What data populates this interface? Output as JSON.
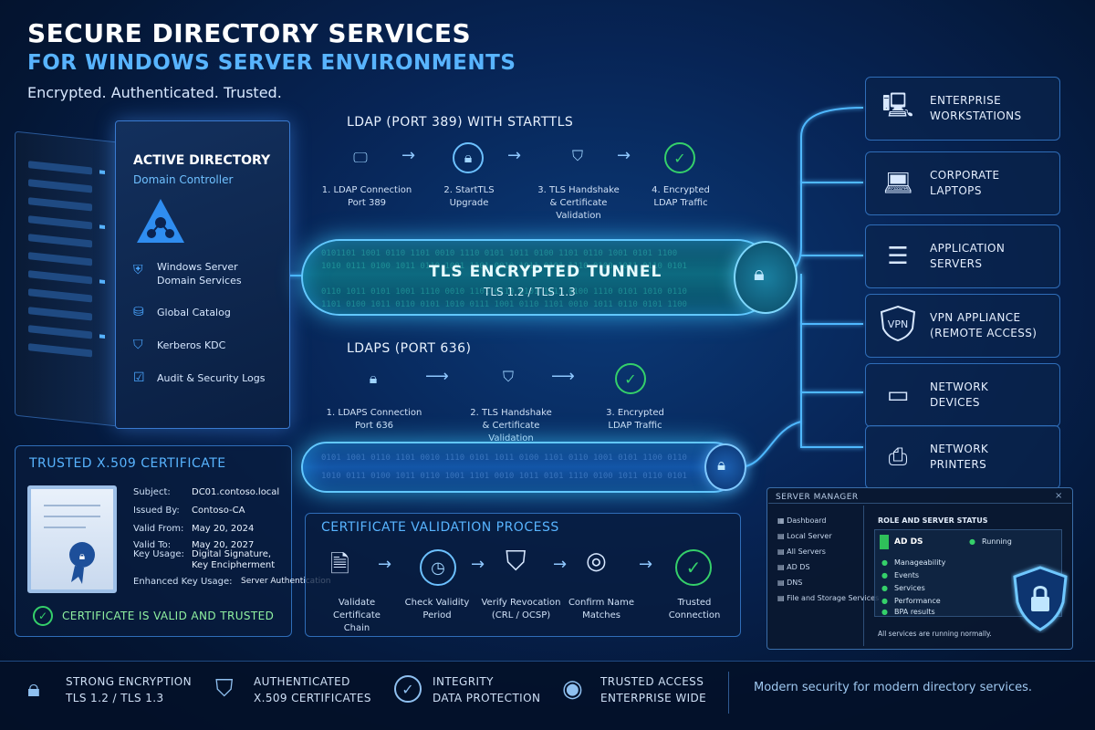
{
  "header": {
    "title": "SECURE DIRECTORY SERVICES",
    "subtitle": "FOR WINDOWS SERVER ENVIRONMENTS",
    "tagline": "Encrypted. Authenticated. Trusted."
  },
  "server": {
    "title": "ACTIVE DIRECTORY",
    "subtitle": "Domain Controller",
    "items": [
      {
        "label1": "Windows Server",
        "label2": "Domain Services",
        "icon": "shield-icon"
      },
      {
        "label1": "Global Catalog",
        "label2": "",
        "icon": "database-icon"
      },
      {
        "label1": "Kerberos KDC",
        "label2": "",
        "icon": "shield-check-icon"
      },
      {
        "label1": "Audit & Security Logs",
        "label2": "",
        "icon": "checklist-icon"
      }
    ]
  },
  "ldap": {
    "label": "LDAP (PORT 389) WITH STARTTLS",
    "steps": [
      {
        "line1": "1.  LDAP Connection",
        "line2": "Port 389",
        "line3": "",
        "icon": "monitor-icon"
      },
      {
        "line1": "2.  StartTLS",
        "line2": "Upgrade",
        "line3": "",
        "icon": "lock-icon"
      },
      {
        "line1": "3.  TLS Handshake",
        "line2": "& Certificate",
        "line3": "Validation",
        "icon": "shield-check-icon"
      },
      {
        "line1": "4.  Encrypted",
        "line2": "LDAP Traffic",
        "line3": "",
        "icon": "check-circle-icon"
      }
    ]
  },
  "tunnel": {
    "title": "TLS ENCRYPTED TUNNEL",
    "subtitle": "TLS 1.2 / TLS 1.3"
  },
  "ldaps": {
    "label": "LDAPS (PORT 636)",
    "steps": [
      {
        "line1": "1.  LDAPS Connection",
        "line2": "Port 636",
        "line3": "",
        "icon": "lock-icon"
      },
      {
        "line1": "2.  TLS Handshake",
        "line2": "& Certificate",
        "line3": "Validation",
        "icon": "shield-check-icon"
      },
      {
        "line1": "3.  Encrypted",
        "line2": "LDAP Traffic",
        "line3": "",
        "icon": "check-circle-icon"
      }
    ]
  },
  "devices": [
    {
      "line1": "ENTERPRISE",
      "line2": "WORKSTATIONS",
      "icon": "workstation-icon"
    },
    {
      "line1": "CORPORATE",
      "line2": "LAPTOPS",
      "icon": "laptop-icon"
    },
    {
      "line1": "APPLICATION",
      "line2": "SERVERS",
      "icon": "server-rack-icon"
    },
    {
      "line1": "VPN APPLIANCE",
      "line2": "(REMOTE ACCESS)",
      "icon": "vpn-shield-icon",
      "badge": "VPN"
    },
    {
      "line1": "NETWORK",
      "line2": "DEVICES",
      "icon": "switch-icon"
    },
    {
      "line1": "NETWORK",
      "line2": "PRINTERS",
      "icon": "printer-icon"
    }
  ],
  "certificate": {
    "title": "TRUSTED X.509 CERTIFICATE",
    "fields": [
      {
        "k": "Subject:",
        "v": "DC01.contoso.local"
      },
      {
        "k": "Issued By:",
        "v": "Contoso-CA"
      },
      {
        "k": "Valid From:",
        "v": "May 20, 2024"
      },
      {
        "k": "Valid To:",
        "v": "May 20, 2027"
      },
      {
        "k": "Key Usage:",
        "v": "Digital Signature,"
      },
      {
        "k": "",
        "v": "Key Encipherment"
      }
    ],
    "eku_label": "Enhanced Key Usage:",
    "eku_value": "Server Authentication",
    "status": "CERTIFICATE IS VALID AND TRUSTED"
  },
  "validation": {
    "title": "CERTIFICATE VALIDATION PROCESS",
    "steps": [
      {
        "line1": "Validate Certificate",
        "line2": "Chain",
        "icon": "certificate-icon"
      },
      {
        "line1": "Check Validity",
        "line2": "Period",
        "icon": "clock-icon"
      },
      {
        "line1": "Verify Revocation",
        "line2": "(CRL / OCSP)",
        "icon": "shield-check-icon"
      },
      {
        "line1": "Confirm Name",
        "line2": "Matches",
        "icon": "fingerprint-icon"
      },
      {
        "line1": "Trusted",
        "line2": "Connection",
        "icon": "check-circle-icon"
      }
    ]
  },
  "server_manager": {
    "title": "SERVER MANAGER",
    "close": "×",
    "nav": [
      "Dashboard",
      "Local Server",
      "All Servers",
      "AD DS",
      "DNS",
      "File and Storage Services"
    ],
    "role_status_label": "ROLE AND SERVER STATUS",
    "role": "AD DS",
    "role_state": "Running",
    "checks": [
      "Manageability",
      "Events",
      "Services",
      "Performance",
      "BPA results"
    ],
    "footer": "All services are running normally."
  },
  "features": [
    {
      "title": "STRONG ENCRYPTION",
      "sub": "TLS 1.2 / TLS 1.3",
      "icon": "lock-icon"
    },
    {
      "title": "AUTHENTICATED",
      "sub": "X.509 CERTIFICATES",
      "icon": "shield-check-icon"
    },
    {
      "title": "INTEGRITY",
      "sub": "DATA PROTECTION",
      "icon": "check-circle-icon"
    },
    {
      "title": "TRUSTED ACCESS",
      "sub": "ENTERPRISE WIDE",
      "icon": "users-icon"
    }
  ],
  "footer_tagline": "Modern security for modern directory services.",
  "colors": {
    "accent": "#58b4ff",
    "success": "#35d06a",
    "background": "#072455"
  }
}
